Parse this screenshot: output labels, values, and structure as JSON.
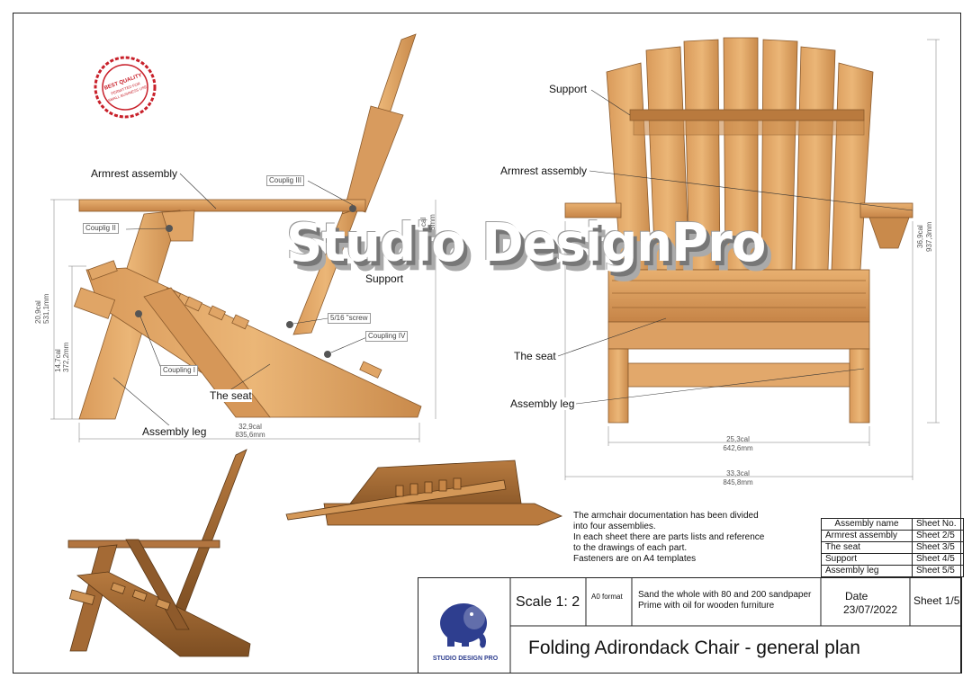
{
  "watermark": "Studio DesignPro",
  "stamp": {
    "text": "BEST QUALITY · PERMITTED FOR SMALL BUSINESS USE · BEST QUALITY"
  },
  "side_view": {
    "labels": {
      "armrest_assembly": "Armrest assembly",
      "coupling_ii": "Couplig II",
      "coupling_iii": "Couplig III",
      "support": "Support",
      "screw": "5/16 \"screw",
      "coupling_iv": "Coupling IV",
      "coupling_i": "Coupling I",
      "the_seat": "The seat",
      "assembly_leg": "Assembly leg"
    },
    "dims": {
      "height_total": "20,9cal\n531,1mm",
      "height_seat": "14,7cal\n372,2mm",
      "width": "32,9cal",
      "width_mm": "835,6mm",
      "arm_height": "cal",
      "arm_height_mm": "5mm"
    }
  },
  "front_view": {
    "labels": {
      "support": "Support",
      "armrest_assembly": "Armrest assembly",
      "the_seat": "The seat",
      "assembly_leg": "Assembly leg"
    },
    "dims": {
      "inner_width": "25,3cal",
      "inner_width_mm": "642,6mm",
      "outer_width": "33,3cal",
      "outer_width_mm": "845,8mm",
      "height": "36,9cal",
      "height_mm": "937,3mm"
    }
  },
  "note": "The armchair documentation has been divided\ninto four assemblies.\nIn each sheet there are parts lists and reference\nto the drawings of each part.\nFasteners are on A4 templates",
  "sheets_table": {
    "header": [
      "Assembly name",
      "Sheet No."
    ],
    "rows": [
      [
        "Armrest assembly",
        "Sheet 2/5"
      ],
      [
        "The seat",
        "Sheet 3/5"
      ],
      [
        "Support",
        "Sheet 4/5"
      ],
      [
        "Assembly leg",
        "Sheet 5/5"
      ]
    ]
  },
  "title_block": {
    "logo_text": "STUDIO DESIGN PRO",
    "scale": "Scale 1: 2",
    "format": "A0 format",
    "instructions": "Sand the whole with 80 and 200 sandpaper\nPrime with oil for wooden furniture",
    "date_label": "Date",
    "date": "23/07/2022",
    "sheet": "Sheet 1/5",
    "title": "Folding Adirondack Chair - general plan"
  },
  "colors": {
    "wood_light": "#E3A867",
    "wood_mid": "#C98A4B",
    "wood_dark": "#8E5A2B",
    "logo_blue": "#2E3E8F",
    "stamp_red": "#C8202A"
  }
}
